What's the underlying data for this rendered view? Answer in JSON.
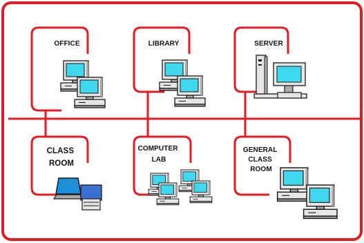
{
  "colors": {
    "network": "#e31b23",
    "screen": "#40d8ee",
    "device_body": "#e6e6e6",
    "device_shadow": "#a9a9a9",
    "outline": "#1a1a1a",
    "laptop_screen": "#1e8fd8",
    "printer_body": "#3b6fd0"
  },
  "nodes": [
    {
      "id": "office",
      "label_lines": [
        "OFFICE"
      ],
      "icon": "two-desktop-computers-icon"
    },
    {
      "id": "library",
      "label_lines": [
        "LIBRARY"
      ],
      "icon": "two-desktop-computers-icon"
    },
    {
      "id": "server",
      "label_lines": [
        "SERVER"
      ],
      "icon": "server-tower-icon"
    },
    {
      "id": "classroom",
      "label_lines": [
        "CLASS",
        "ROOM"
      ],
      "icon": "laptop-and-printer-icon"
    },
    {
      "id": "computer-lab",
      "label_lines": [
        "COMPUTER",
        "LAB"
      ],
      "icon": "four-desktop-computers-icon"
    },
    {
      "id": "general-classroom",
      "label_lines": [
        "GENERAL",
        "CLASS",
        "ROOM"
      ],
      "icon": "two-desktop-computers-icon"
    }
  ]
}
